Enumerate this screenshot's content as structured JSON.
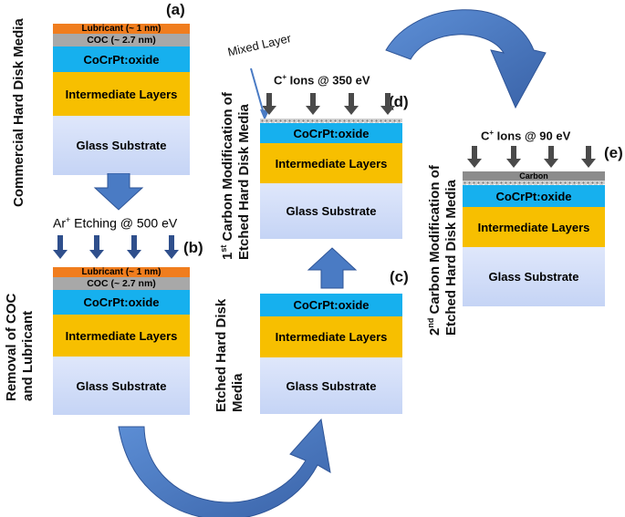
{
  "panels": {
    "a": "(a)",
    "b": "(b)",
    "c": "(c)",
    "d": "(d)",
    "e": "(e)"
  },
  "side_labels": {
    "a": "Commercial Hard Disk Media",
    "b_line1": "Removal of COC",
    "b_line2": "and Lubricant",
    "c_line1": "Etched Hard Disk",
    "c_line2": "Media",
    "d_line1_num": "1",
    "d_line1_sup": "st",
    "d_line1_rest": " Carbon Modification of",
    "d_line2": "Etched Hard Disk Media",
    "e_line1_num": "2",
    "e_line1_sup": "nd",
    "e_line1_rest": " Carbon Modification of",
    "e_line2": "Etched Hard Disk Media"
  },
  "layers": {
    "lubricant": "Lubricant (~ 1 nm)",
    "coc": "COC (~ 2.7 nm)",
    "cocrpt": "CoCrPt:oxide",
    "intermediate": "Intermediate Layers",
    "glass": "Glass Substrate",
    "carbon": "Carbon"
  },
  "process": {
    "etch_prefix": "Ar",
    "etch_sup": "+",
    "etch_suffix": " Etching @ 500 eV",
    "ion_d_prefix": "C",
    "ion_d_sup": "+",
    "ion_d_suffix": " Ions @ 350 eV",
    "ion_e_prefix": "C",
    "ion_e_sup": "+",
    "ion_e_suffix": " Ions @ 90 eV",
    "mixed_layer": "Mixed Layer"
  },
  "colors": {
    "lubricant": "#f07d1e",
    "coc": "#a8a8a8",
    "magnetic": "#16b0ee",
    "intermediate": "#f7bf00",
    "glass": "#d3ddf8",
    "process_arrow": "#4a7bc4",
    "ion_arrow": "#4a4a4a"
  }
}
